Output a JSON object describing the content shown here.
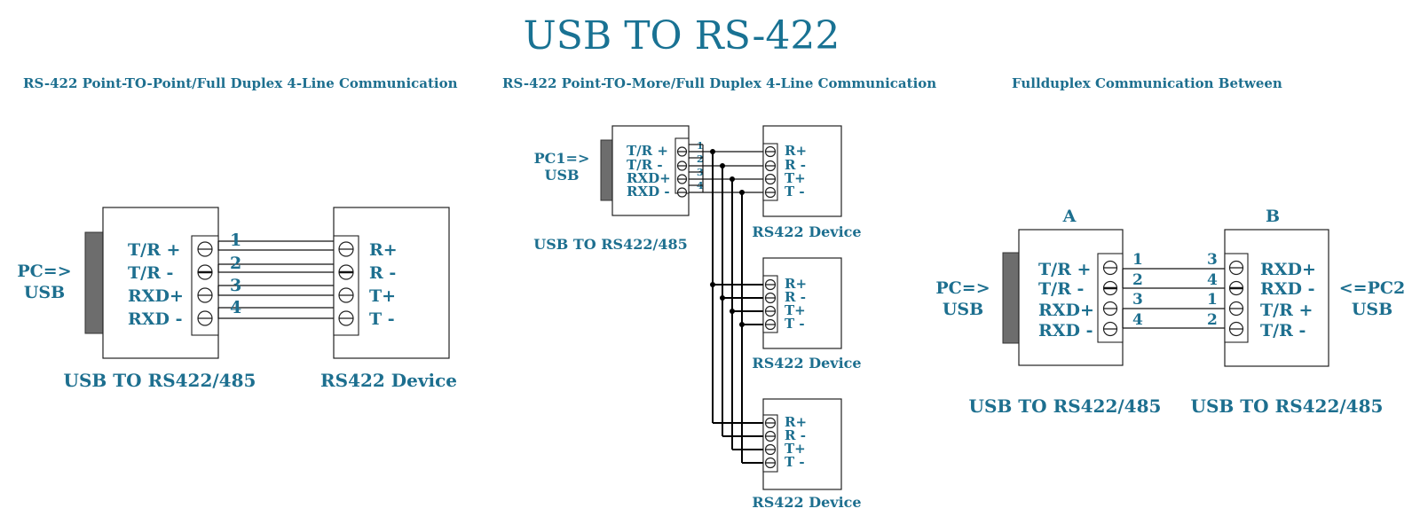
{
  "title": "USB TO RS-422",
  "panel1": {
    "subtitle": "RS-422 Point-TO-Point/Full Duplex 4-Line Communication",
    "pc_label": [
      "PC=>",
      "USB"
    ],
    "left_pins": [
      "T/R +",
      "T/R  -",
      "RXD+",
      "RXD -"
    ],
    "wire_numbers": [
      "1",
      "2",
      "3",
      "4"
    ],
    "right_pins": [
      "R+",
      "R -",
      "T+",
      "T -"
    ],
    "left_caption": "USB TO RS422/485",
    "right_caption": "RS422 Device"
  },
  "panel2": {
    "subtitle": "RS-422 Point-TO-More/Full Duplex 4-Line Communication",
    "pc_label": [
      "PC1=>",
      "USB"
    ],
    "left_pins": [
      "T/R +",
      "T/R  -",
      "RXD+",
      "RXD -"
    ],
    "wire_numbers": [
      "1",
      "2",
      "3",
      "4"
    ],
    "device_pins": [
      "R+",
      "R -",
      "T+",
      "T -"
    ],
    "left_caption": "USB TO RS422/485",
    "device_captions": [
      "RS422 Device",
      "RS422 Device",
      "RS422 Device"
    ]
  },
  "panel3": {
    "subtitle": "Fullduplex Communication Between",
    "label_a": "A",
    "label_b": "B",
    "pc_label": [
      "PC=>",
      "USB"
    ],
    "pc2_label": [
      "<=PC2",
      "USB"
    ],
    "left_pins": [
      "T/R +",
      "T/R  -",
      "RXD+",
      "RXD -"
    ],
    "left_wire_numbers": [
      "1",
      "2",
      "3",
      "4"
    ],
    "right_wire_numbers": [
      "3",
      "4",
      "1",
      "2"
    ],
    "right_pins": [
      "RXD+",
      "RXD -",
      "T/R +",
      "T/R  -"
    ],
    "left_caption": "USB TO RS422/485",
    "right_caption": "USB TO RS422/485"
  }
}
